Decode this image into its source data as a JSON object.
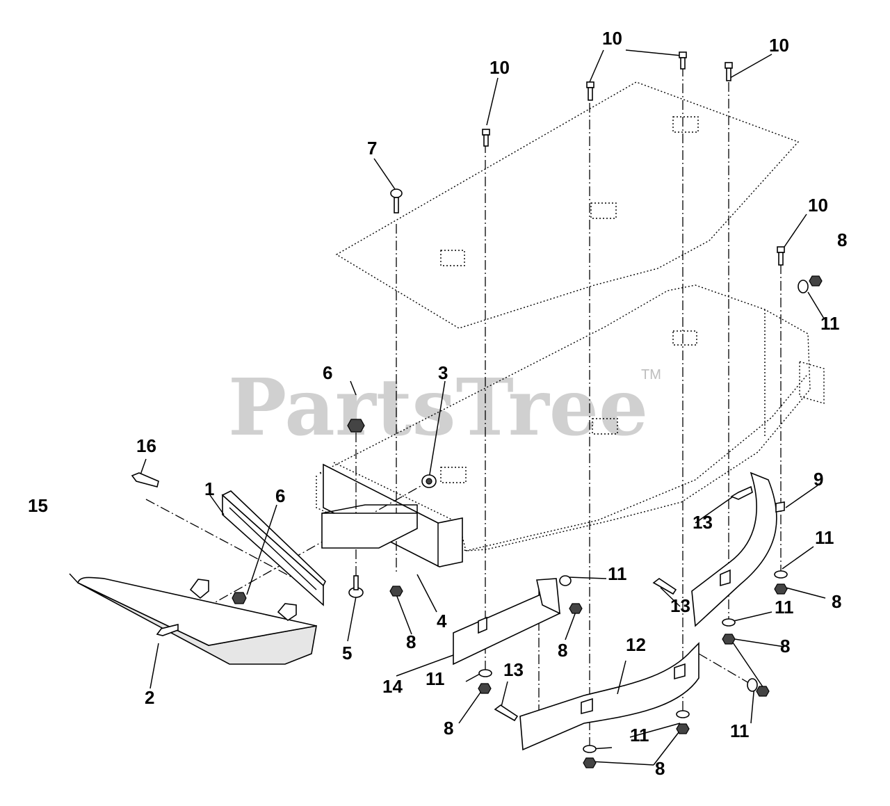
{
  "watermark": {
    "text": "PartsTree",
    "trademark": "TM"
  },
  "callouts": [
    {
      "id": "c1",
      "label": "1"
    },
    {
      "id": "c2",
      "label": "2"
    },
    {
      "id": "c3",
      "label": "3"
    },
    {
      "id": "c4",
      "label": "4"
    },
    {
      "id": "c5",
      "label": "5"
    },
    {
      "id": "c6a",
      "label": "6"
    },
    {
      "id": "c6b",
      "label": "6"
    },
    {
      "id": "c7",
      "label": "7"
    },
    {
      "id": "c8a",
      "label": "8"
    },
    {
      "id": "c8b",
      "label": "8"
    },
    {
      "id": "c8c",
      "label": "8"
    },
    {
      "id": "c8d",
      "label": "8"
    },
    {
      "id": "c8e",
      "label": "8"
    },
    {
      "id": "c8f",
      "label": "8"
    },
    {
      "id": "c8g",
      "label": "8"
    },
    {
      "id": "c9",
      "label": "9"
    },
    {
      "id": "c10a",
      "label": "10"
    },
    {
      "id": "c10b",
      "label": "10"
    },
    {
      "id": "c10c",
      "label": "10"
    },
    {
      "id": "c10d",
      "label": "10"
    },
    {
      "id": "c11a",
      "label": "11"
    },
    {
      "id": "c11b",
      "label": "11"
    },
    {
      "id": "c11c",
      "label": "11"
    },
    {
      "id": "c11d",
      "label": "11"
    },
    {
      "id": "c11e",
      "label": "11"
    },
    {
      "id": "c11f",
      "label": "11"
    },
    {
      "id": "c11g",
      "label": "11"
    },
    {
      "id": "c12",
      "label": "12"
    },
    {
      "id": "c13a",
      "label": "13"
    },
    {
      "id": "c13b",
      "label": "13"
    },
    {
      "id": "c13c",
      "label": "13"
    },
    {
      "id": "c14",
      "label": "14"
    },
    {
      "id": "c15",
      "label": "15"
    },
    {
      "id": "c16",
      "label": "16"
    }
  ]
}
